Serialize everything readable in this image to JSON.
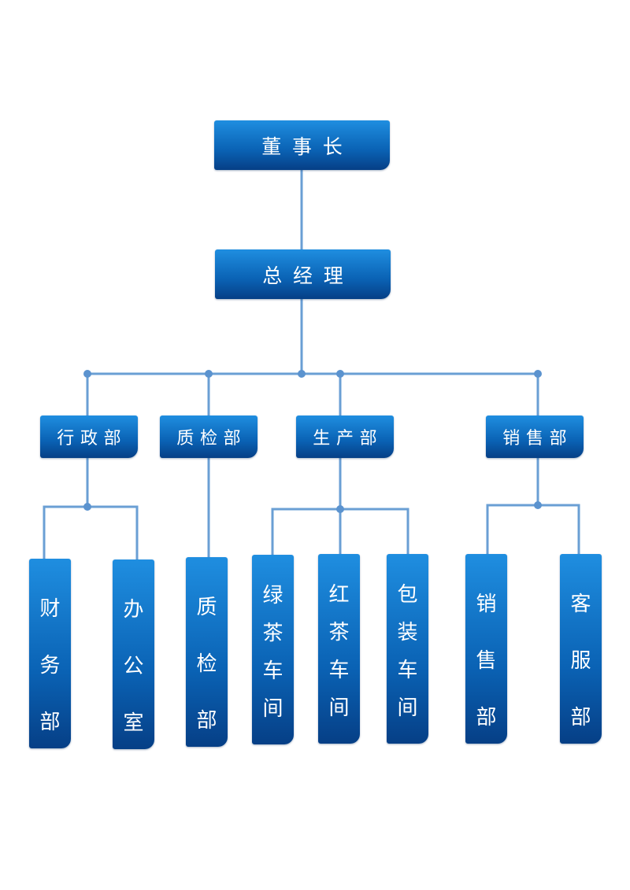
{
  "top": {
    "chairman": "董事长",
    "gm": "总经理"
  },
  "departments": {
    "admin": "行政部",
    "qc": "质检部",
    "production": "生产部",
    "sales": "销售部"
  },
  "units": {
    "finance": [
      "财",
      "务",
      "部"
    ],
    "office": [
      "办",
      "公",
      "室"
    ],
    "qc": [
      "质",
      "检",
      "部"
    ],
    "green_tea": [
      "绿",
      "茶",
      "车",
      "间"
    ],
    "black_tea": [
      "红",
      "茶",
      "车",
      "间"
    ],
    "packing": [
      "包",
      "装",
      "车",
      "间"
    ],
    "sales": [
      "销",
      "售",
      "部"
    ],
    "service": [
      "客",
      "服",
      "部"
    ]
  },
  "colors": {
    "box_top": "#1f8ee0",
    "box_bottom": "#063f86",
    "line": "#6a9fd4"
  }
}
